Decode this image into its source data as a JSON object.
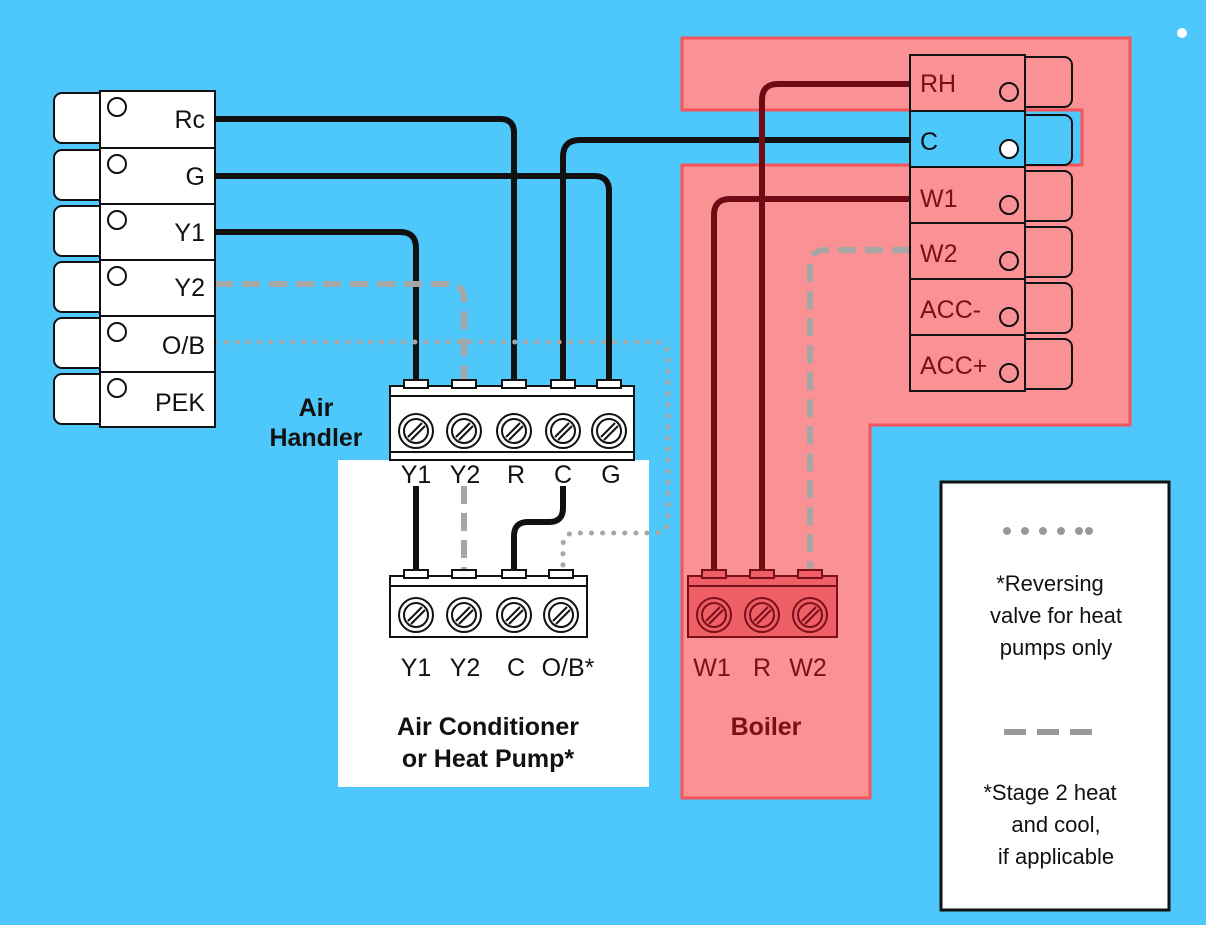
{
  "left_terminals": [
    "Rc",
    "G",
    "Y1",
    "Y2",
    "O/B",
    "PEK"
  ],
  "right_terminals": [
    "RH",
    "C",
    "W1",
    "W2",
    "ACC-",
    "ACC+"
  ],
  "air_handler": {
    "title_line1": "Air",
    "title_line2": "Handler",
    "terminals": [
      "Y1",
      "Y2",
      "R",
      "C",
      "G"
    ]
  },
  "air_conditioner": {
    "title_line1": "Air Conditioner",
    "title_line2": "or Heat Pump*",
    "terminals": [
      "Y1",
      "Y2",
      "C",
      "O/B*"
    ]
  },
  "boiler": {
    "title": "Boiler",
    "terminals": [
      "W1",
      "R",
      "W2"
    ]
  },
  "legend": {
    "dotted_line1": "*Reversing",
    "dotted_line2": "valve for heat",
    "dotted_line3": "pumps only",
    "dashed_line1": "*Stage 2 heat",
    "dashed_line2": "and cool,",
    "dashed_line3": "if applicable"
  },
  "colors": {
    "background": "#4ec7fb",
    "red_zone": "#fa9195",
    "red_border": "#f5545c",
    "wire_black": "#111111",
    "wire_dark_red": "#6e0b14",
    "wire_grey": "#a6a6a6",
    "boiler_block": "#ee5f66"
  }
}
